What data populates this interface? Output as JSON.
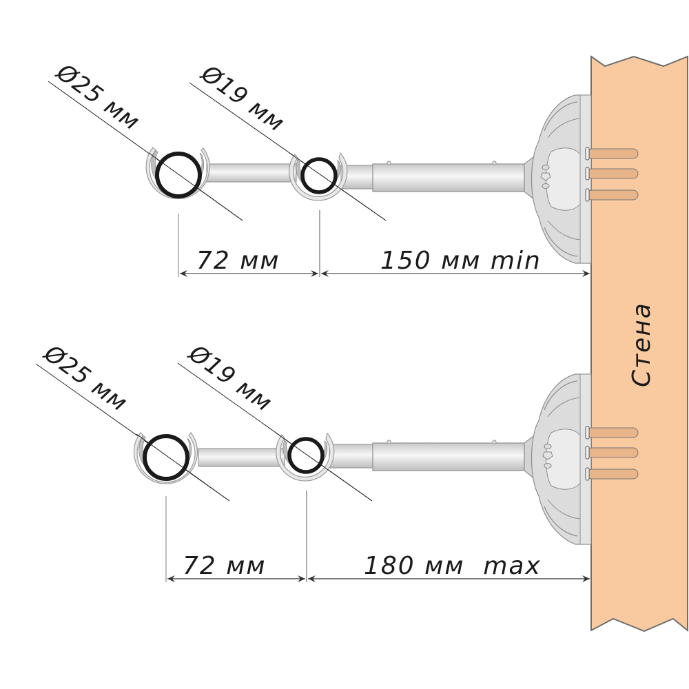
{
  "title": "Curtain bracket double rod dimension diagram",
  "colors": {
    "wall_fill": "#f9caa0",
    "wall_stroke": "#6e6e6e",
    "metal_light": "#eeeeee",
    "metal_mid": "#d6d6d6",
    "metal_dark": "#a8a8a8",
    "ring_black": "#1a1a1a",
    "line": "#333333",
    "dowel": "#e8b48a"
  },
  "wall": {
    "label": "Стена"
  },
  "brackets": [
    {
      "id": "top",
      "config": "min",
      "outer_rod_diameter": "Ø25 мм",
      "inner_rod_diameter": "Ø19 мм",
      "rod_spacing": "72 мм",
      "wall_offset": "150 мм min"
    },
    {
      "id": "bottom",
      "config": "max",
      "outer_rod_diameter": "Ø25 мм",
      "inner_rod_diameter": "Ø19 мм",
      "rod_spacing": "72 мм",
      "wall_offset": "180 мм  max"
    }
  ]
}
